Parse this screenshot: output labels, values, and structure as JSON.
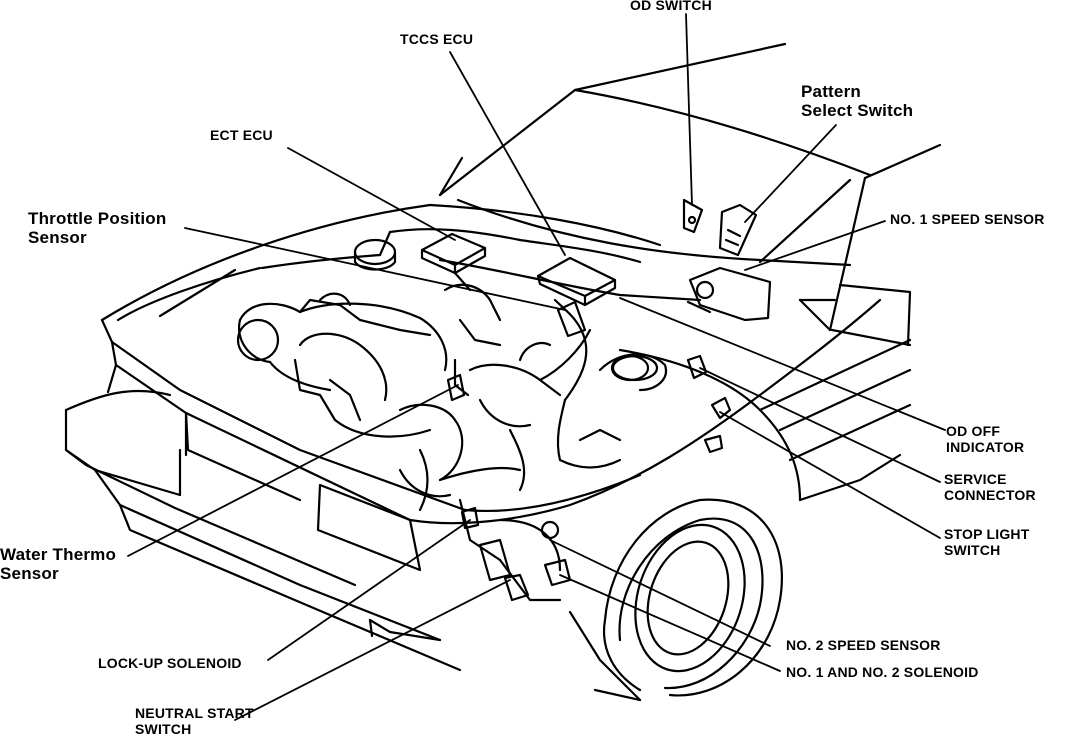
{
  "diagram": {
    "colors": {
      "ink": "#000000",
      "paper": "#ffffff"
    },
    "labels": {
      "od_switch": "OD SWITCH",
      "tccs_ecu": "TCCS ECU",
      "pattern_select_switch": "Pattern\nSelect Switch",
      "ect_ecu": "ECT ECU",
      "throttle_position_sensor": "Throttle Position\nSensor",
      "no1_speed_sensor": "NO. 1 SPEED SENSOR",
      "od_off_indicator": "OD OFF\nINDICATOR",
      "service_connector": "SERVICE\nCONNECTOR",
      "stop_light_switch": "STOP LIGHT\nSWITCH",
      "water_thermo_sensor": "Water Thermo\nSensor",
      "no2_speed_sensor": "NO. 2 SPEED SENSOR",
      "lock_up_solenoid": "LOCK-UP SOLENOID",
      "no1_no2_solenoid": "NO. 1 AND NO. 2 SOLENOID",
      "neutral_start_switch": "NEUTRAL START\nSWITCH"
    }
  }
}
